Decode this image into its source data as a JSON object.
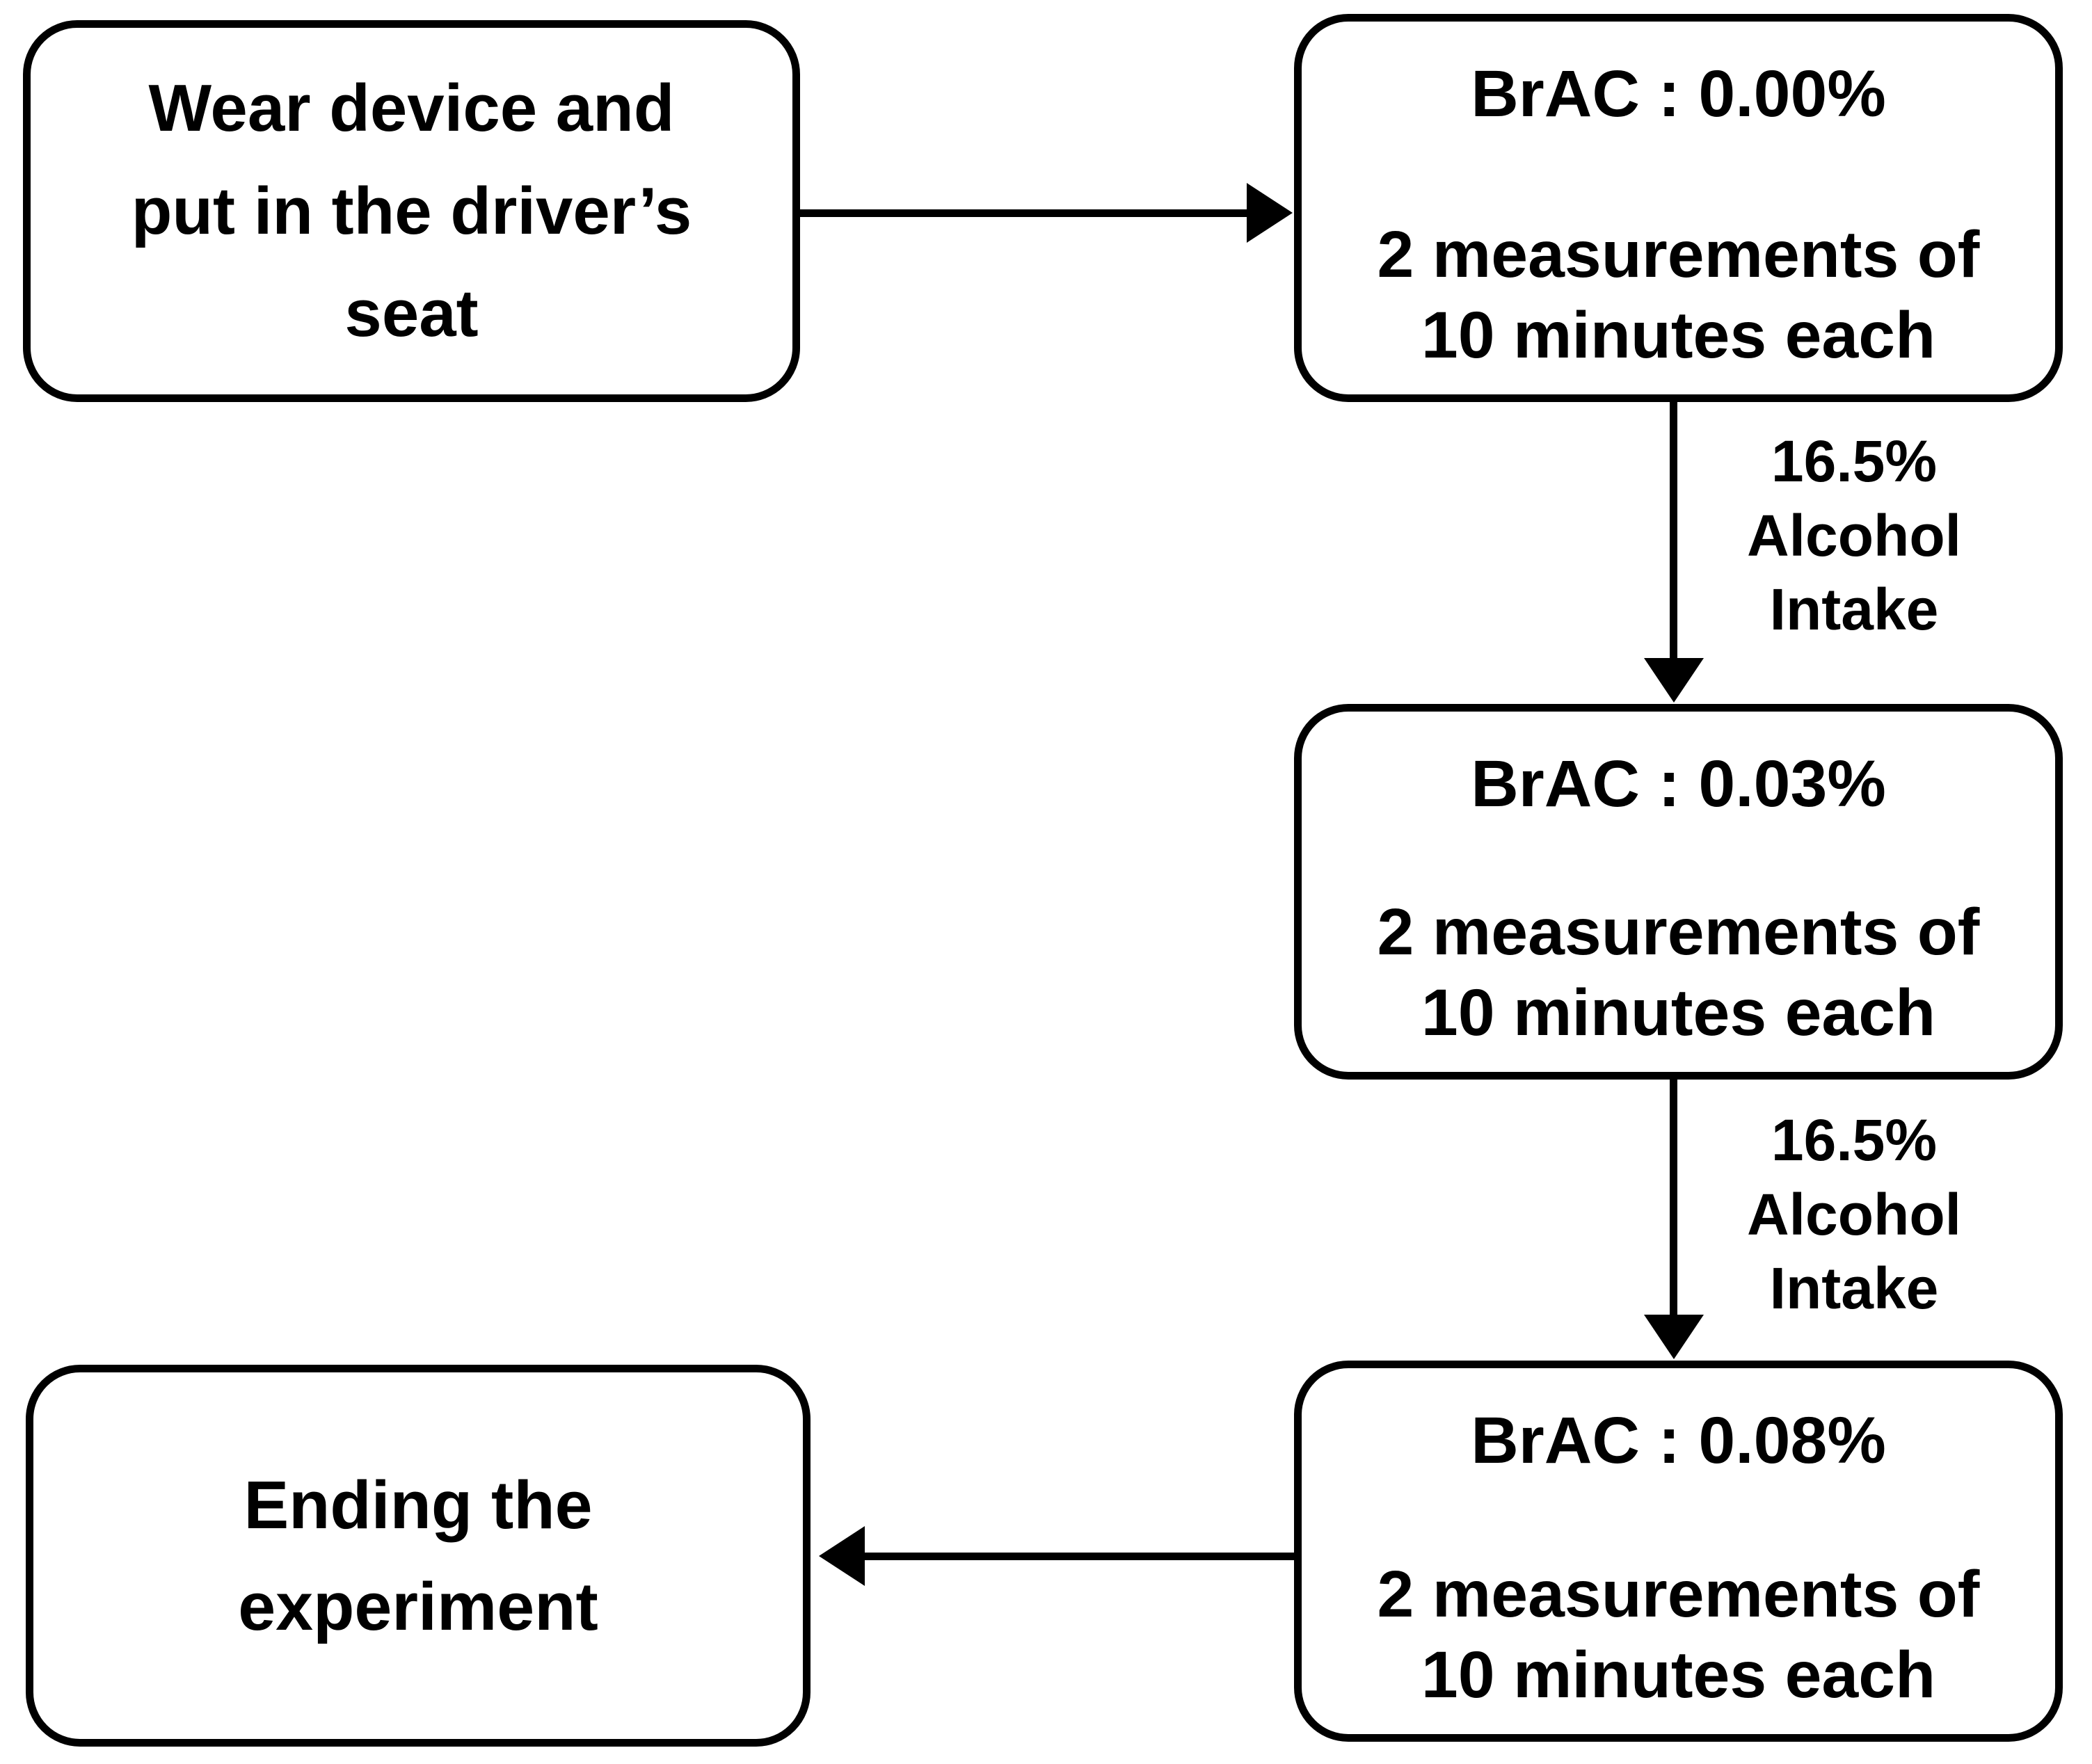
{
  "colors": {
    "stroke": "#000000",
    "background": "#ffffff",
    "text": "#000000"
  },
  "boxes": {
    "wear_device": {
      "lines": [
        "Wear device and",
        "put in the driver’s",
        "seat"
      ]
    },
    "brac_000": {
      "title": "BrAC : 0.00%",
      "body": [
        "2 measurements of",
        "10 minutes each"
      ]
    },
    "brac_003": {
      "title": "BrAC : 0.03%",
      "body": [
        "2 measurements of",
        "10 minutes each"
      ]
    },
    "brac_008": {
      "title": "BrAC : 0.08%",
      "body": [
        "2 measurements of",
        "10 minutes each"
      ]
    },
    "ending": {
      "lines": [
        "Ending the",
        "experiment"
      ]
    }
  },
  "edge_labels": {
    "intake_1": [
      "16.5%",
      "Alcohol",
      "Intake"
    ],
    "intake_2": [
      "16.5%",
      "Alcohol",
      "Intake"
    ]
  }
}
